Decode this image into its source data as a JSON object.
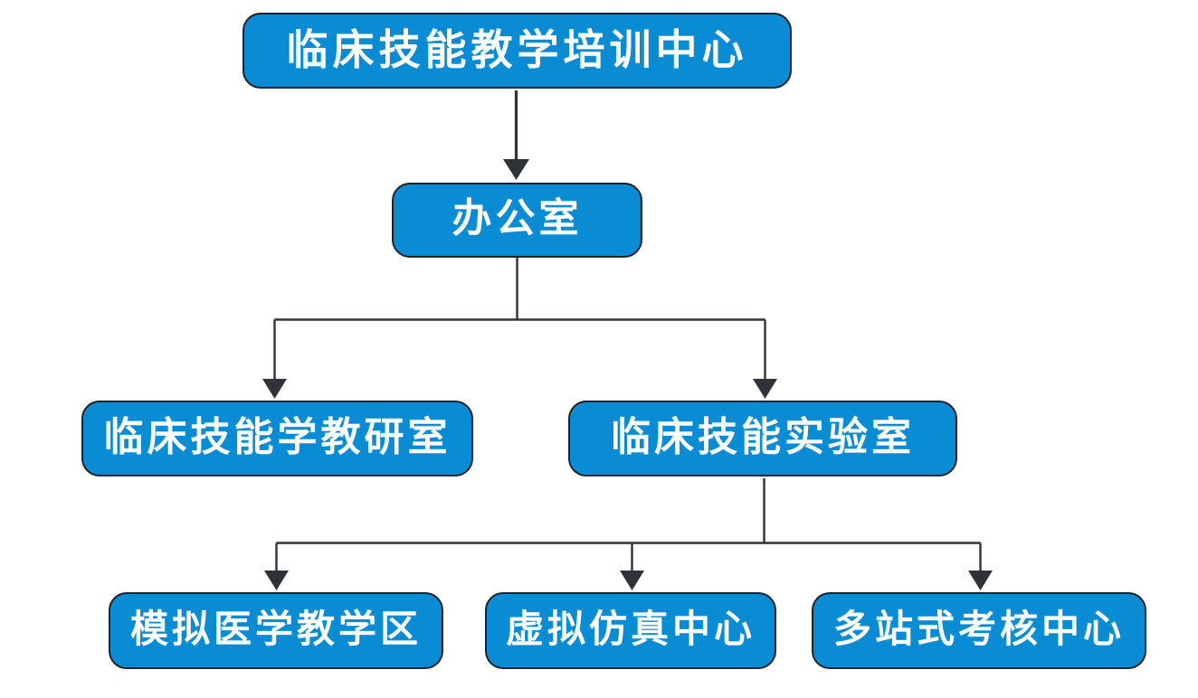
{
  "diagram": {
    "type": "org-chart",
    "nodes": {
      "root": {
        "label": "临床技能教学培训中心",
        "level": 1
      },
      "office": {
        "label": "办公室",
        "level": 2
      },
      "teaching": {
        "label": "临床技能学教研室",
        "level": 3
      },
      "lab": {
        "label": "临床技能实验室",
        "level": 3
      },
      "sim": {
        "label": "模拟医学教学区",
        "level": 4
      },
      "virtual": {
        "label": "虚拟仿真中心",
        "level": 4
      },
      "multistation": {
        "label": "多站式考核中心",
        "level": 4
      }
    },
    "edges": [
      {
        "from": "root",
        "to": "office"
      },
      {
        "from": "office",
        "to": "teaching"
      },
      {
        "from": "office",
        "to": "lab"
      },
      {
        "from": "lab",
        "to": "sim"
      },
      {
        "from": "lab",
        "to": "virtual"
      },
      {
        "from": "lab",
        "to": "multistation"
      }
    ]
  },
  "colors": {
    "node_fill": "#0a8cd4",
    "node_border": "#1f2327",
    "node_text": "#ffffff",
    "connector": "#2f3338",
    "background": "#ffffff"
  }
}
